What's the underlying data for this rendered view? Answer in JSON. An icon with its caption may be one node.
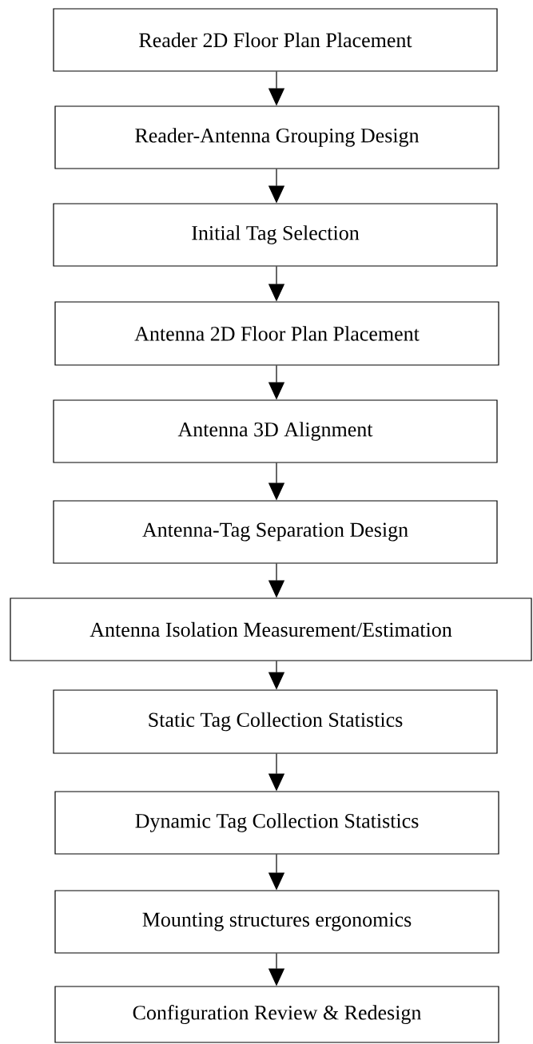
{
  "diagram": {
    "nodes": [
      {
        "text": [
          "Reader 2D Floor Plan Placement"
        ]
      },
      {
        "text": [
          "Reader-Antenna Grouping Design"
        ]
      },
      {
        "text": [
          "Initial Tag Selection"
        ]
      },
      {
        "text": [
          "Antenna 2D Floor Plan Placement"
        ]
      },
      {
        "text": [
          "Antenna 3D Alignment"
        ]
      },
      {
        "text": [
          "Antenna-Tag Separation Design"
        ]
      },
      {
        "text": [
          "Antenna Isolation Measurement/Estimation"
        ]
      },
      {
        "text": [
          "Static Tag Collection Statistics"
        ]
      },
      {
        "text": [
          "Dynamic Tag Collection Statistics"
        ]
      },
      {
        "text": [
          "Mounting structures ergonomics"
        ]
      },
      {
        "text": [
          "Configuration Review & Redesign"
        ]
      }
    ],
    "edges": [
      {
        "from": 0,
        "to": 1,
        "arrow": "to"
      },
      {
        "from": 1,
        "to": 2,
        "arrow": "to"
      },
      {
        "from": 2,
        "to": 3,
        "arrow": "to"
      },
      {
        "from": 3,
        "to": 4,
        "arrow": "to"
      },
      {
        "from": 4,
        "to": 5,
        "arrow": "to"
      },
      {
        "from": 5,
        "to": 6,
        "arrow": "to"
      },
      {
        "from": 6,
        "to": 7,
        "arrow": "to"
      },
      {
        "from": 7,
        "to": 8,
        "arrow": "to"
      },
      {
        "from": 8,
        "to": 9,
        "arrow": "to"
      },
      {
        "from": 9,
        "to": 10,
        "arrow": "to"
      }
    ]
  }
}
